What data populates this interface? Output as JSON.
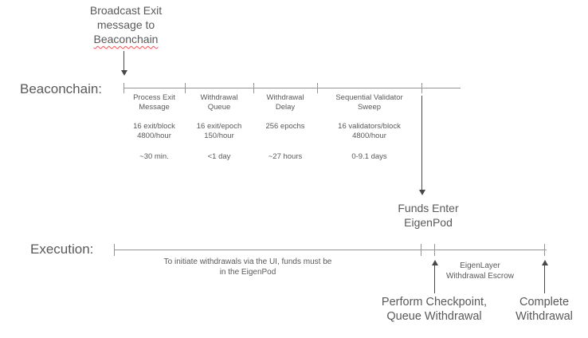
{
  "title_annotation": {
    "text": "Broadcast Exit\nmessage to",
    "misspelled_word": "Beaconchain"
  },
  "beaconchain_timeline": {
    "label": "Beaconchain:",
    "segments": [
      {
        "name": "Process Exit\nMessage",
        "rate": "16 exit/block\n4800/hour",
        "duration": "~30 min."
      },
      {
        "name": "Withdrawal\nQueue",
        "rate": "16 exit/epoch\n150/hour",
        "duration": "<1 day"
      },
      {
        "name": "Withdrawal\nDelay",
        "rate": "256 epochs",
        "duration": "~27 hours"
      },
      {
        "name": "Sequential Validator\nSweep",
        "rate": "16 validators/block\n4800/hour",
        "duration": "0-9.1 days"
      }
    ],
    "outcome": "Funds Enter\nEigenPod"
  },
  "execution_timeline": {
    "label": "Execution:",
    "note": "To initiate withdrawals via the UI, funds must be\nin the EigenPod",
    "escrow_label": "EigenLayer\nWithdrawal Escrow",
    "event_checkpoint": "Perform Checkpoint,\nQueue Withdrawal",
    "event_complete": "Complete\nWithdrawal"
  },
  "colors": {
    "text": "#58595b",
    "line": "#939598",
    "arrow": "#48484a",
    "squiggle": "#ff4f4f"
  }
}
